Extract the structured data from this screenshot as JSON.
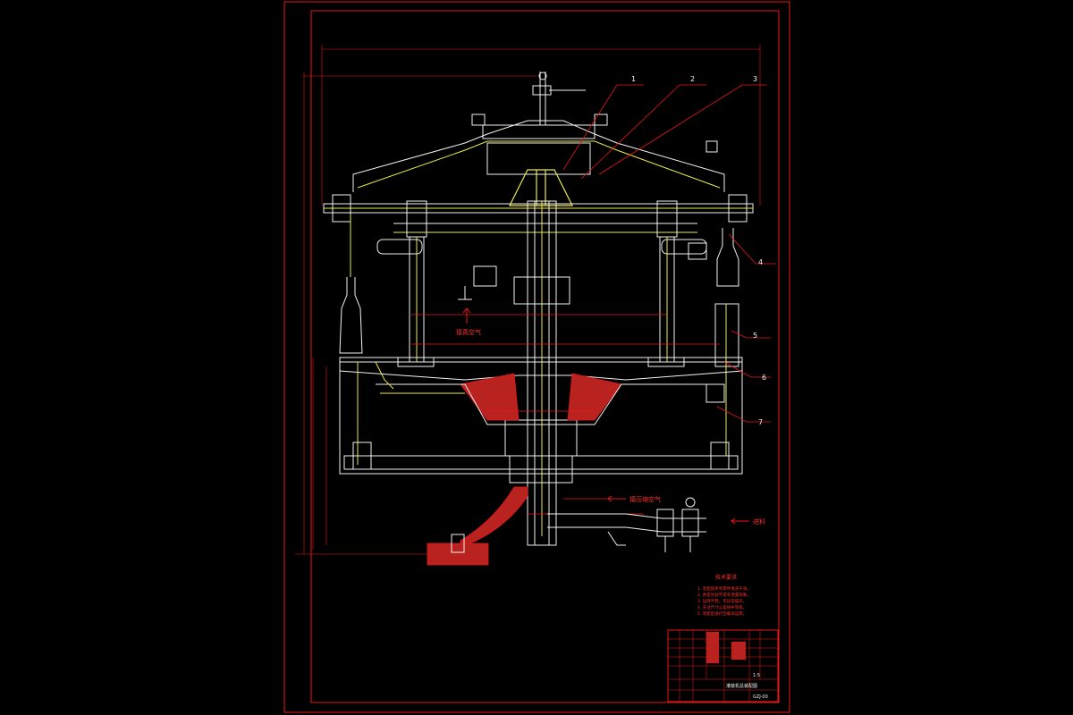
{
  "drawing": {
    "leader_labels": [
      "1",
      "2",
      "3",
      "4",
      "5",
      "6",
      "7"
    ],
    "flow_labels": {
      "upper_gas": "接真空气",
      "lower_gas": "接压缩空气",
      "feed": "进料"
    },
    "tech_requirements": {
      "title": "技术要求",
      "lines": [
        "1. 装配前所有零件清洗干净。",
        "2. 各密封处不得有泄漏现象。",
        "3. 运转平稳，无异常噪声。",
        "4. 未注尺寸公差按中等级。",
        "5. 装配后进行空载试运转。"
      ]
    },
    "title_block": {
      "drawing_name": "灌装机总装配图",
      "drawing_number": "GZJ-00",
      "scale": "1:5"
    }
  }
}
